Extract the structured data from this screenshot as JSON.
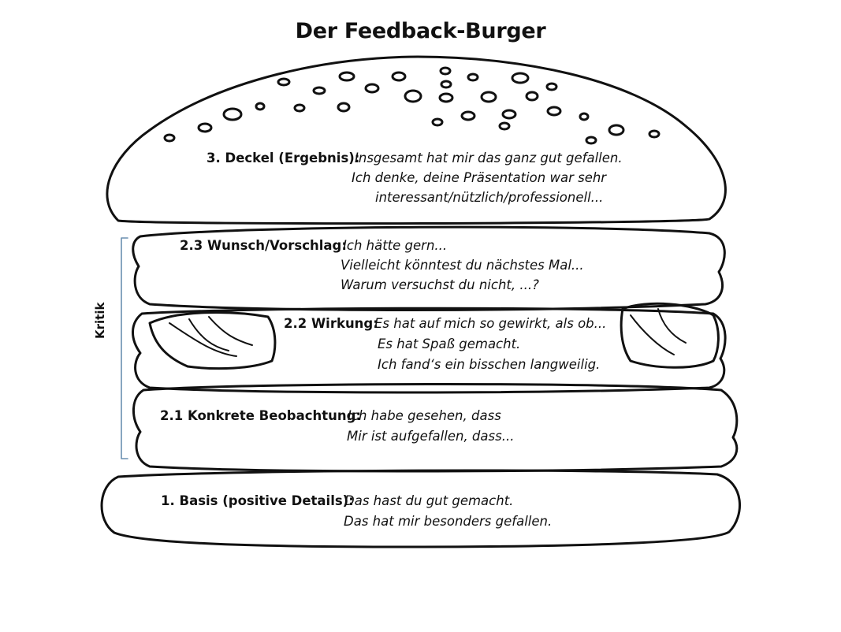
{
  "title": "Der Feedback-Burger",
  "side_label": "Kritik",
  "layers": {
    "deckel": {
      "label": "3. Deckel (Ergebnis):",
      "lines": [
        "Insgesamt hat mir das ganz gut gefallen.",
        "Ich denke, deine Präsentation war sehr",
        "interessant/nützlich/professionell..."
      ]
    },
    "wunsch": {
      "label": "2.3 Wunsch/Vorschlag:",
      "lines": [
        "Ich hätte gern...",
        "Vielleicht könntest du nächstes Mal...",
        "Warum versuchst du nicht, ...?"
      ]
    },
    "wirkung": {
      "label": "2.2 Wirkung:",
      "lines": [
        "Es hat auf mich so gewirkt, als ob...",
        "Es hat Spaß gemacht.",
        "Ich fand‘s ein bisschen langweilig."
      ]
    },
    "beobachtung": {
      "label": "2.1 Konkrete Beobachtung:",
      "lines": [
        "Ich habe gesehen, dass",
        "Mir ist aufgefallen, dass..."
      ]
    },
    "basis": {
      "label": "1. Basis (positive Details):",
      "lines": [
        "Das hast du gut gemacht.",
        "Das hat mir besonders gefallen."
      ]
    }
  }
}
